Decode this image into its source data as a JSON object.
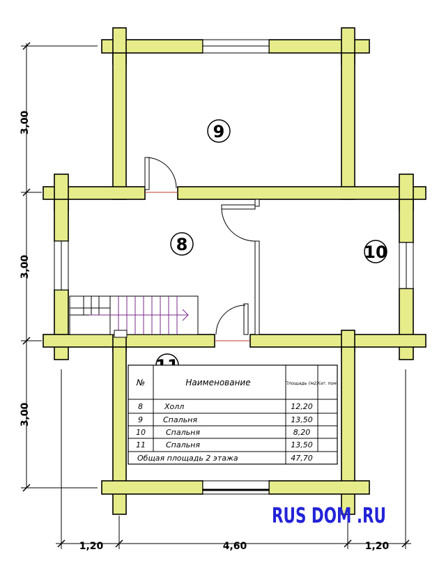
{
  "dimensions": {
    "left_top": "3,00",
    "left_middle": "3,00",
    "left_bottom": "3,00",
    "bottom_left": "1,20",
    "bottom_middle": "4,60",
    "bottom_right": "1,20"
  },
  "rooms": [
    {
      "number": "9"
    },
    {
      "number": "8"
    },
    {
      "number": "10"
    },
    {
      "number": "11"
    }
  ],
  "table": {
    "headers": {
      "num": "№",
      "name": "Наименование",
      "area": "Площадь (м2)",
      "cat": "Кат. пом."
    },
    "rows": [
      {
        "num": "8",
        "name": "Холл",
        "area": "12,20"
      },
      {
        "num": "9",
        "name": "Спальня",
        "area": "13,50"
      },
      {
        "num": "10",
        "name": "Спальня",
        "area": "8,20"
      },
      {
        "num": "11",
        "name": "Спальня",
        "area": "13,50"
      }
    ],
    "total_label": "Общая площадь 2 этажа",
    "total_value": "47,70"
  },
  "watermark": "RUS DOM .RU",
  "colors": {
    "wall": "#e6ec8a",
    "logo": "#2323d8",
    "door_line": "#c0392b"
  }
}
